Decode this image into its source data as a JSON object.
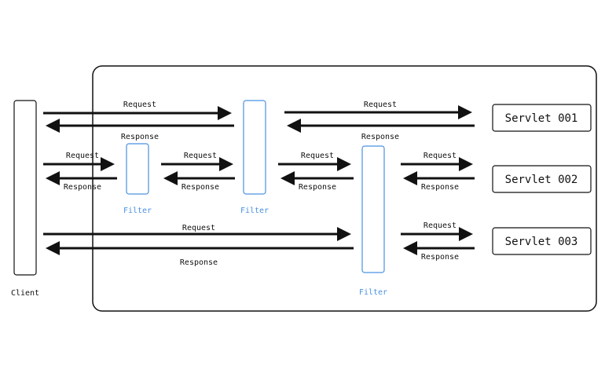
{
  "diagram": {
    "client_label": "Client",
    "filter_label": "Filter",
    "request_label": "Request",
    "response_label": "Response",
    "servlets": [
      "Servlet 001",
      "Servlet 002",
      "Servlet 003"
    ],
    "colors": {
      "line": "#111111",
      "filter": "#4a90e2",
      "background": "#ffffff"
    }
  }
}
